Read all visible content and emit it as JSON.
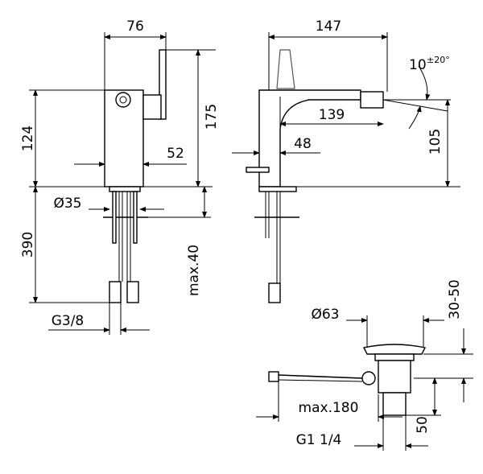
{
  "dimensions": {
    "side_width": "76",
    "handle_height": "175",
    "spout_height": "124",
    "body_depth": "52",
    "inlet_diameter": "Ø35",
    "hose_length": "390",
    "max_thickness": "max.40",
    "connection": "G3/8",
    "total_length": "147",
    "tilt_angle": "10",
    "tilt_tolerance": "±20°",
    "spout_reach": "139",
    "outlet_height": "105",
    "lever_offset": "48",
    "drain_diameter": "Ø63",
    "drain_range": "30-50",
    "rod_length": "max.180",
    "drain_depth": "50",
    "drain_thread": "G1 1/4"
  }
}
